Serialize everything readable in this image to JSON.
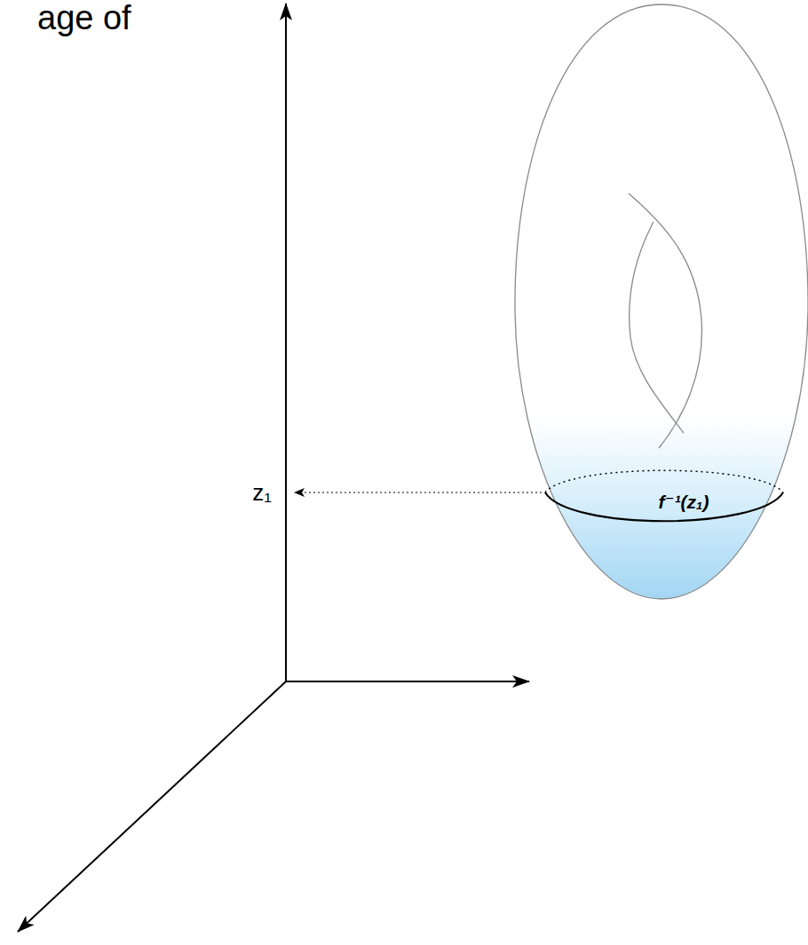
{
  "diagram": {
    "labels": [
      "age of",
      "z₁",
      "f⁻¹(z₁)"
    ]
  }
}
